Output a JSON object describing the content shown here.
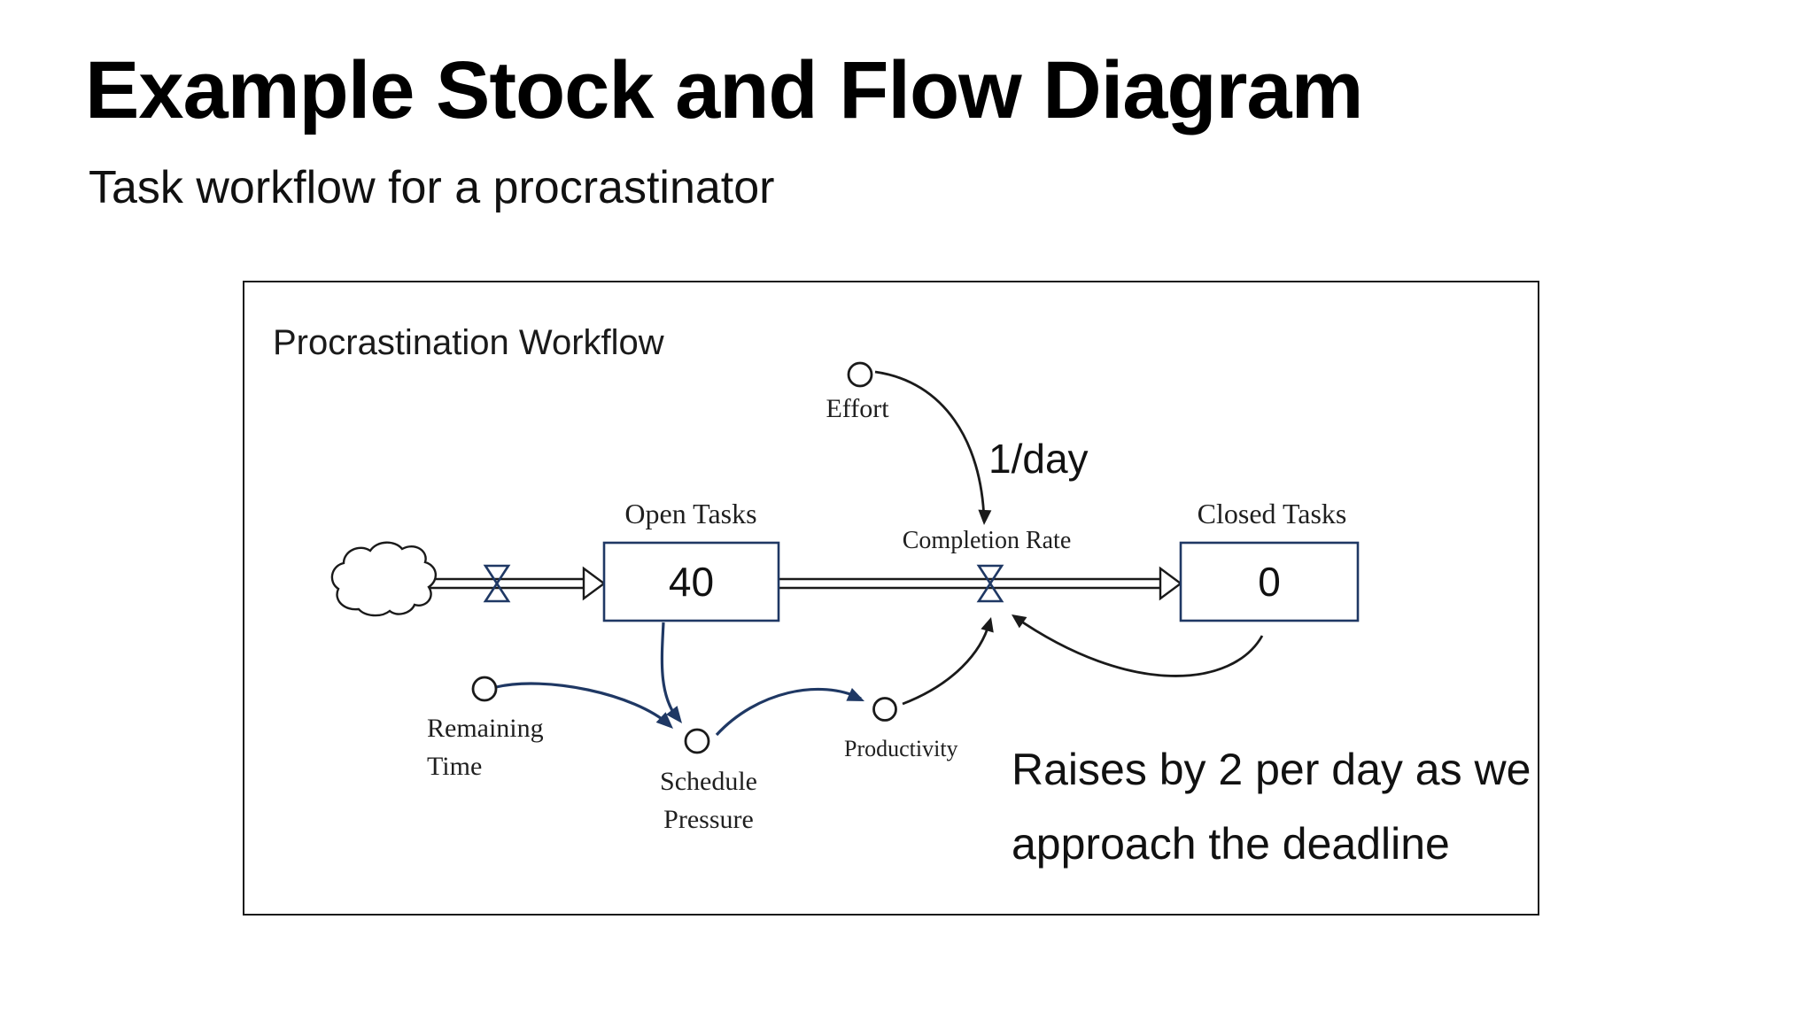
{
  "slide": {
    "title": "Example Stock and Flow Diagram",
    "subtitle": "Task workflow for a procrastinator"
  },
  "diagram": {
    "frame_title": "Procrastination Workflow",
    "open_stock": {
      "label": "Open Tasks",
      "value": "40"
    },
    "closed_stock": {
      "label": "Closed Tasks",
      "value": "0"
    },
    "completion": {
      "label": "Completion Rate",
      "rate_note": "1/day"
    },
    "effort": {
      "label": "Effort"
    },
    "remaining_time": {
      "lines": [
        "Remaining",
        "Time"
      ]
    },
    "schedule_pressure": {
      "lines": [
        "Schedule",
        "Pressure"
      ]
    },
    "productivity": {
      "label": "Productivity"
    },
    "annotation": {
      "lines": [
        "Raises by 2 per day as we",
        "approach the deadline"
      ]
    },
    "colors": {
      "navy": "#1f3864",
      "ink": "#1a1a1a"
    }
  }
}
